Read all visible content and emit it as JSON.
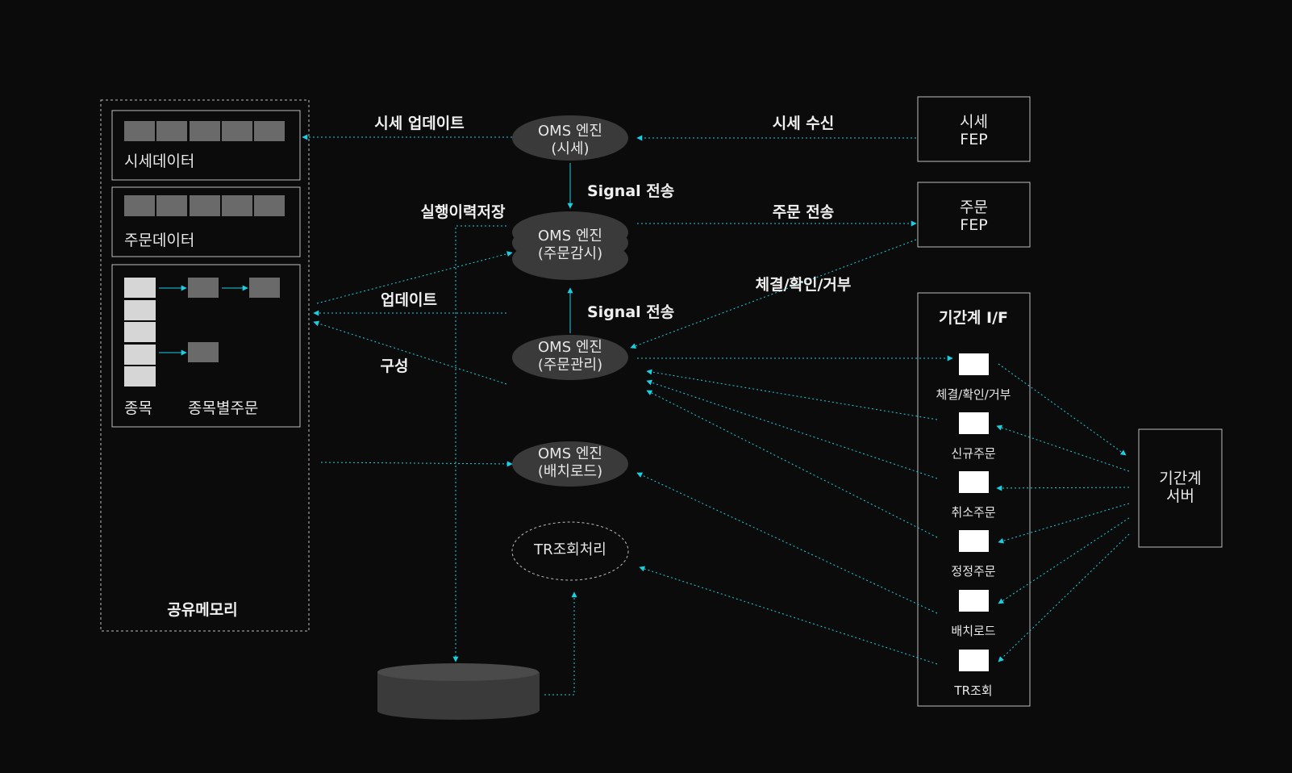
{
  "shared_memory": {
    "title": "공유메모리",
    "market_data_label": "시세데이터",
    "order_data_label": "주문데이터",
    "symbol_label": "종목",
    "symbol_orders_label": "종목별주문"
  },
  "engines": {
    "market": {
      "line1": "OMS 엔진",
      "line2": "(시세)"
    },
    "monitor": {
      "line1": "OMS 엔진",
      "line2": "(주문감시)"
    },
    "manage": {
      "line1": "OMS 엔진",
      "line2": "(주문관리)"
    },
    "batch": {
      "line1": "OMS 엔진",
      "line2": "(배치로드)"
    },
    "tr": {
      "line1": "TR조회처리"
    }
  },
  "fep": {
    "market": {
      "line1": "시세",
      "line2": "FEP"
    },
    "order": {
      "line1": "주문",
      "line2": "FEP"
    }
  },
  "interface": {
    "title": "기간계 I/F",
    "items": [
      "체결/확인/거부",
      "신규주문",
      "취소주문",
      "정정주문",
      "배치로드",
      "TR조회"
    ]
  },
  "core_server": {
    "line1": "기간계",
    "line2": "서버"
  },
  "edge_labels": {
    "market_update": "시세 업데이트",
    "market_receive": "시세 수신",
    "signal1": "Signal 전송",
    "history_save": "실행이력저장",
    "order_send": "주문 전송",
    "update": "업데이트",
    "signal2": "Signal 전송",
    "exec_confirm": "체결/확인/거부",
    "compose": "구성"
  },
  "colors": {
    "background": "#0b0b0b",
    "accent": "#1ccfe0",
    "node_fill": "#3a3a3a",
    "cell_gray": "#6a6a6a",
    "cell_light": "#d6d6d6",
    "border": "#bdbdbd"
  }
}
